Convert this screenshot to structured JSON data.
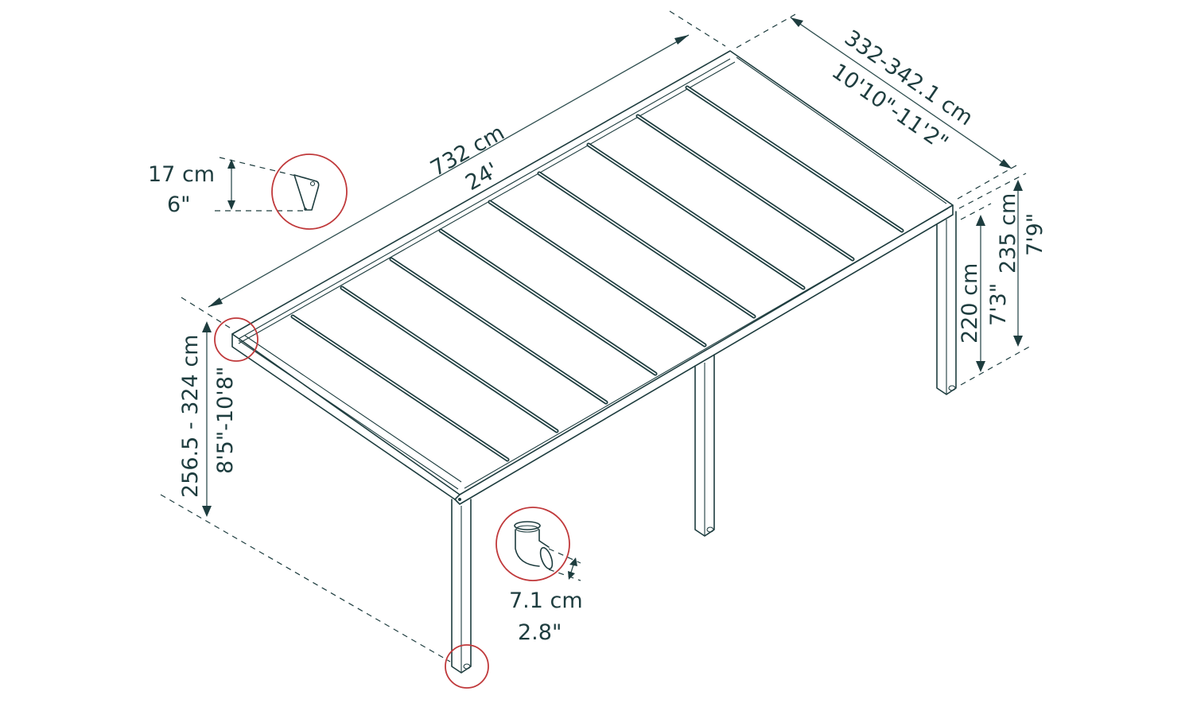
{
  "diagram": {
    "subject": "pergola / patio cover dimension drawing",
    "colors": {
      "line": "#1e3d3f",
      "callout_ring": "#c0393b",
      "background": "#ffffff"
    },
    "dimensions": {
      "length": {
        "metric": "732 cm",
        "imperial": "24'"
      },
      "width": {
        "metric": "332-342.1 cm",
        "imperial": "10'10\"-11'2\""
      },
      "front_height": {
        "metric": "220 cm",
        "imperial": "7'3\""
      },
      "back_height": {
        "metric": "235 cm",
        "imperial": "7'9\""
      },
      "wall_height": {
        "metric": "256.5 - 324 cm",
        "imperial": "8'5\"-10'8\""
      },
      "gutter_profile": {
        "metric": "17 cm",
        "imperial": "6\""
      },
      "downpipe_diameter": {
        "metric": "7.1 cm",
        "imperial": "2.8\""
      }
    },
    "callouts": [
      "gutter-profile-detail",
      "wall-bracket-detail",
      "downpipe-elbow-detail",
      "post-foot-detail"
    ],
    "roof_panels": 9,
    "posts": 3
  }
}
